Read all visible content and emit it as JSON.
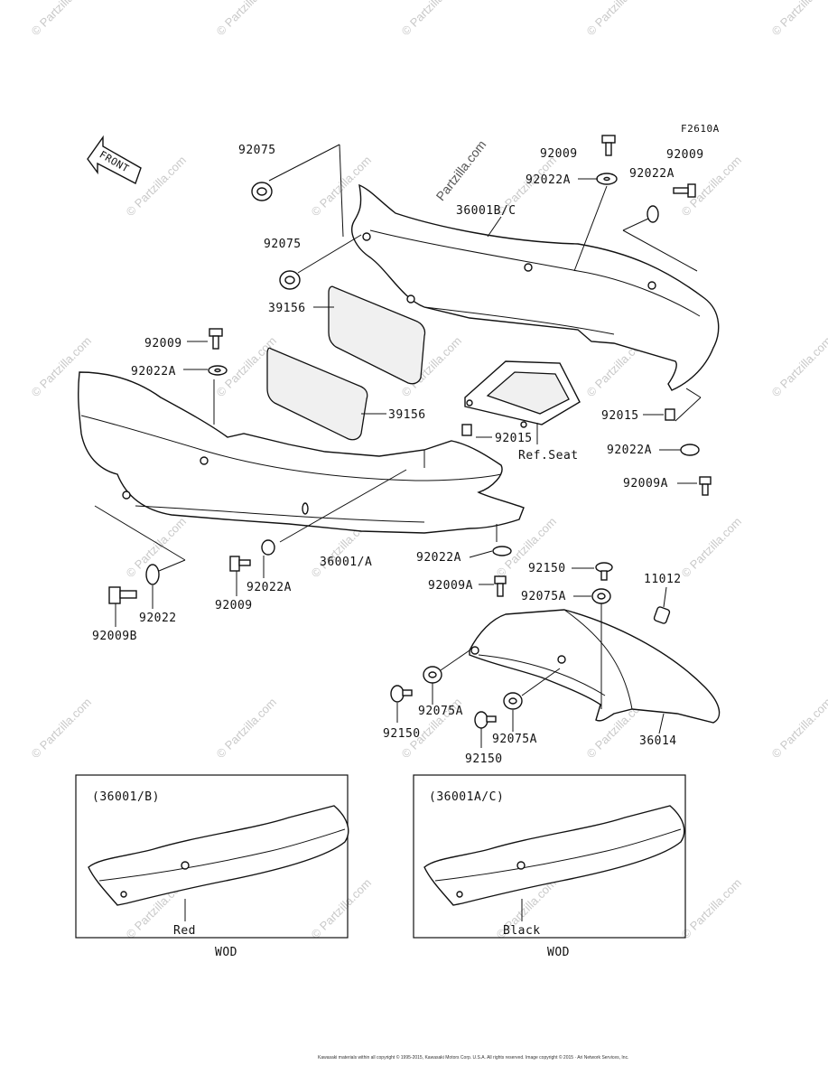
{
  "figure_code": "F2610A",
  "front_arrow": "FRONT",
  "watermark": "Partzilla.com",
  "labels": {
    "p92075_top": "92075",
    "p92075_mid": "92075",
    "p39156_top": "39156",
    "p39156_mid": "39156",
    "p92009_left": "92009",
    "p92022A_left": "92022A",
    "p36001BC": "36001B/C",
    "p92009_top": "92009",
    "p92022A_top": "92022A",
    "p92009_right": "92009",
    "p92022A_right": "92022A",
    "p92015_right": "92015",
    "p92015_center": "92015",
    "ref_seat": "Ref.Seat",
    "p92022A_r2": "92022A",
    "p92009A_r": "92009A",
    "p36001A": "36001/A",
    "p92022A_c": "92022A",
    "p92022A_low": "92022A",
    "p92009_low": "92009",
    "p92022_low": "92022",
    "p92009B": "92009B",
    "p92150_top": "92150",
    "p92009A_c": "92009A",
    "p92075A_top": "92075A",
    "p11012": "11012",
    "p92075A_l": "92075A",
    "p92150_l": "92150",
    "p92075A_b": "92075A",
    "p92150_b": "92150",
    "p36014": "36014"
  },
  "insets": [
    {
      "title": "(36001/B)",
      "color_label": "Red",
      "caption": "WOD"
    },
    {
      "title": "(36001A/C)",
      "color_label": "Black",
      "caption": "WOD"
    }
  ],
  "footer_text": "Kawasaki materials within all copyright © 1995-2015, Kawasaki Motors Corp. U.S.A. All rights reserved. Image copyright © 2015 · Ari Network Services, Inc."
}
